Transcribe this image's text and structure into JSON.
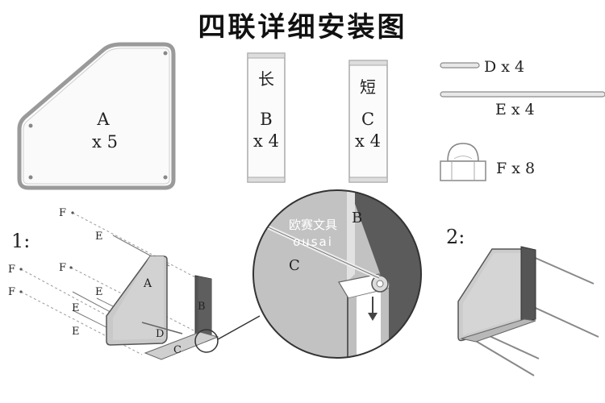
{
  "title": "四联详细安装图",
  "parts": {
    "a": {
      "letter": "A",
      "count": "x 5"
    },
    "b": {
      "note": "长",
      "letter": "B",
      "count": "x 4"
    },
    "c": {
      "note": "短",
      "letter": "C",
      "count": "x 4"
    },
    "d": {
      "label": "D x 4"
    },
    "e": {
      "label": "E x 4"
    },
    "f": {
      "label": "F x 8"
    }
  },
  "steps": {
    "step1": {
      "number": "1:",
      "labels": {
        "f": "F",
        "e": "E",
        "a": "A",
        "b": "B",
        "c": "C",
        "d": "D"
      }
    },
    "step2": {
      "number": "2:"
    }
  },
  "detail": {
    "b": "B",
    "c": "C"
  },
  "watermark": {
    "cn": "欧赛文具",
    "en": "ousai"
  }
}
